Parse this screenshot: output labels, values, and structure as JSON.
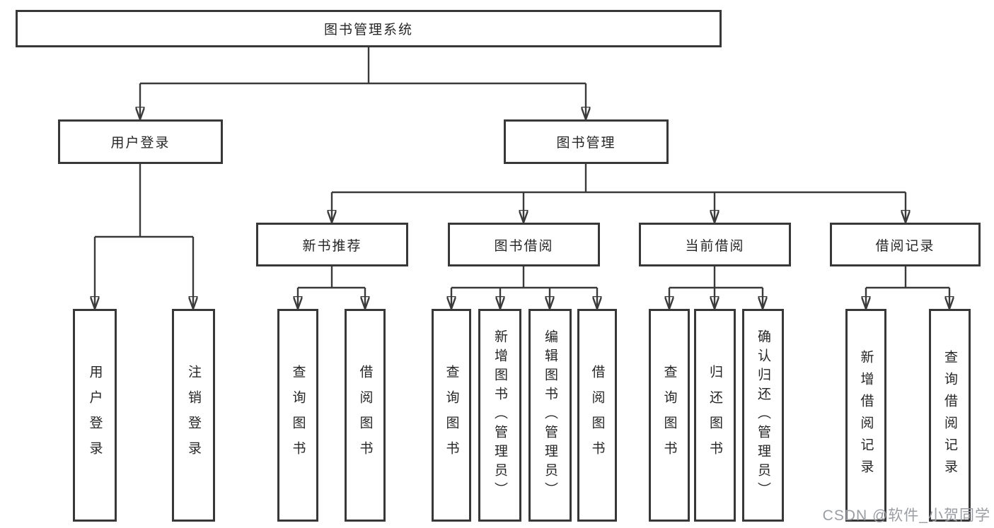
{
  "diagram": {
    "title": "图书管理系统",
    "branches": {
      "user_login": {
        "label": "用户登录",
        "children": {
          "login": "用户登录",
          "logout": "注销登录"
        }
      },
      "book_management": {
        "label": "图书管理",
        "sections": {
          "new_book_recommend": {
            "label": "新书推荐",
            "children": {
              "query_books": "查询图书",
              "borrow_books": "借阅图书"
            }
          },
          "book_borrow": {
            "label": "图书借阅",
            "children": {
              "query_books": "查询图书",
              "add_books_admin": "新增图书（管理员）",
              "edit_books_admin": "编辑图书（管理员）",
              "borrow_books": "借阅图书"
            }
          },
          "current_borrow": {
            "label": "当前借阅",
            "children": {
              "query_books": "查询图书",
              "return_books": "归还图书",
              "confirm_return_admin": "确认归还（管理员）"
            }
          },
          "borrow_records": {
            "label": "借阅记录",
            "children": {
              "add_record": "新增借阅记录",
              "query_record": "查询借阅记录"
            }
          }
        }
      }
    }
  },
  "watermark": "CSDN @软件_小贺同学",
  "colors": {
    "line": "#3a3a3a",
    "box_border": "#383838",
    "text": "#262626",
    "background": "#ffffff",
    "watermark": "#9a9da2"
  }
}
